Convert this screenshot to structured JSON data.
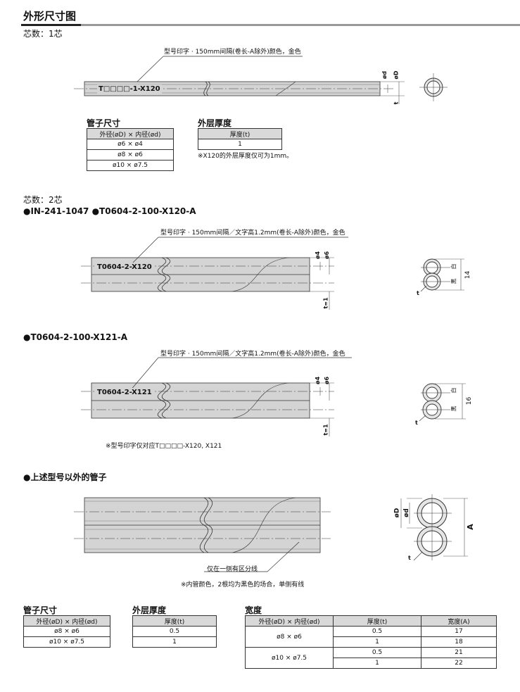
{
  "header": {
    "title": "外形尺寸图"
  },
  "s1": {
    "cores_label": "芯数：1芯",
    "callout": "型号印字 · 150mm间隔(卷长-A除外)颜色，金色",
    "tube_print": "T□□□□-1-X120",
    "dim_d": "ød",
    "dim_D": "øD",
    "dim_t": "t",
    "tube_table": {
      "title": "管子尺寸",
      "header": "外径(øD) × 内径(ød)",
      "rows": [
        "ø6 × ø4",
        "ø8 × ø6",
        "ø10 × ø7.5"
      ]
    },
    "thick_table": {
      "title": "外层厚度",
      "header": "厚度(t)",
      "rows": [
        "1"
      ]
    },
    "note": "※X120的外层厚度仅可为1mm。"
  },
  "s2": {
    "cores_label": "芯数：2芯",
    "models": "●IN-241-1047 ●T0604-2-100-X120-A",
    "callout": "型号印字 · 150mm间隔／文字高1.2mm(卷长-A除外)颜色，金色",
    "tube_print": "T0604-2-X120",
    "dim_4": "ø4",
    "dim_6": "ø6",
    "dim_t": "t=1",
    "white": "白",
    "black": "黑",
    "width": "14",
    "t_side": "t"
  },
  "s3": {
    "model": "●T0604-2-100-X121-A",
    "callout": "型号印字 · 150mm间隔／文字高1.2mm(卷长-A除外)颜色，金色",
    "tube_print": "T0604-2-X121",
    "dim_4": "ø4",
    "dim_6": "ø6",
    "dim_t": "t=1",
    "white": "白",
    "black": "黑",
    "width": "16",
    "t_side": "t",
    "note": "※型号印字仅对应T□□□□-X120, X121"
  },
  "s4": {
    "title": "●上述型号以外的管子",
    "callout": "仅在一侧有区分线",
    "note": "※内管颜色，2根均为黑色的场合，单侧有线",
    "dim_D": "øD",
    "dim_d": "ød",
    "dim_A": "A",
    "t_side": "t",
    "tube_table": {
      "title": "管子尺寸",
      "header": "外径(øD) × 内径(ød)",
      "rows": [
        "ø8 × ø6",
        "ø10 × ø7.5"
      ]
    },
    "thick_table": {
      "title": "外层厚度",
      "header": "厚度(t)",
      "rows": [
        "0.5",
        "1"
      ]
    },
    "width_table": {
      "title": "宽度",
      "headers": [
        "外径(øD) × 内径(ød)",
        "厚度(t)",
        "宽度(A)"
      ],
      "groups": [
        {
          "size": "ø8 × ø6",
          "rows": [
            [
              "0.5",
              "17"
            ],
            [
              "1",
              "18"
            ]
          ]
        },
        {
          "size": "ø10 × ø7.5",
          "rows": [
            [
              "0.5",
              "21"
            ],
            [
              "1",
              "22"
            ]
          ]
        }
      ]
    }
  }
}
